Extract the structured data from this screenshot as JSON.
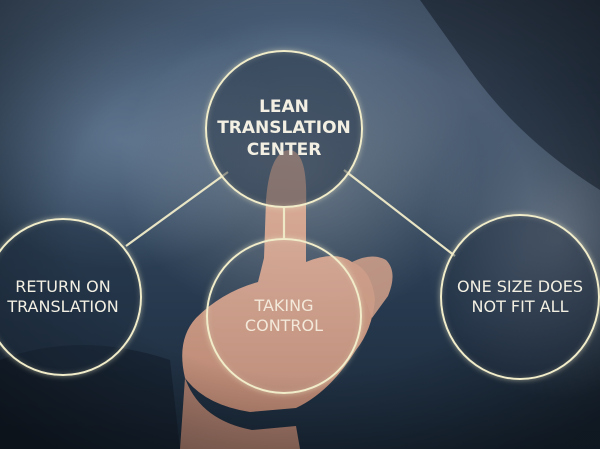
{
  "nodes": {
    "center": "LEAN\nTRANSLATION\nCENTER",
    "left": "RETURN ON\nTRANSLATION",
    "bottom": "TAKING\nCONTROL",
    "right": "ONE SIZE DOES\nNOT FIT ALL"
  },
  "colors": {
    "line": "#f1ecc9",
    "text": "#f3f0e3",
    "background": "#2c3f56"
  }
}
